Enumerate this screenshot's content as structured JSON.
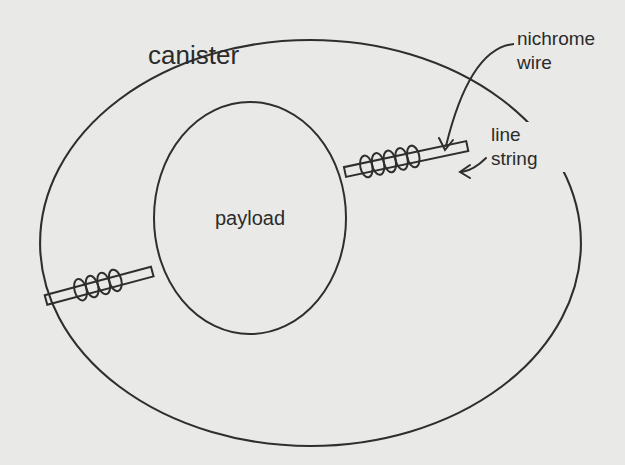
{
  "diagram": {
    "nodes": [
      {
        "text": [
          "canister"
        ]
      },
      {
        "text": [
          "payload"
        ],
        "in": 0
      }
    ],
    "labels": [
      "nichrome wire",
      "line string"
    ]
  }
}
